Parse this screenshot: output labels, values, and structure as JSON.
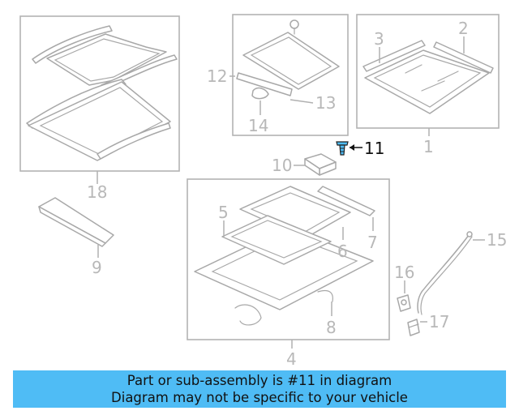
{
  "callouts": {
    "n1": "1",
    "n2": "2",
    "n3": "3",
    "n4": "4",
    "n5": "5",
    "n6": "6",
    "n7": "7",
    "n8": "8",
    "n9": "9",
    "n10": "10",
    "n11": "11",
    "n12": "12",
    "n13": "13",
    "n14": "14",
    "n15": "15",
    "n16": "16",
    "n17": "17",
    "n18": "18"
  },
  "highlight": {
    "part_number": "11",
    "color": "#4fbcf5"
  },
  "banner": {
    "line1": "Part or sub-assembly is #11 in diagram",
    "line2": "Diagram may not be specific to your vehicle",
    "color": "#4fbcf5"
  }
}
